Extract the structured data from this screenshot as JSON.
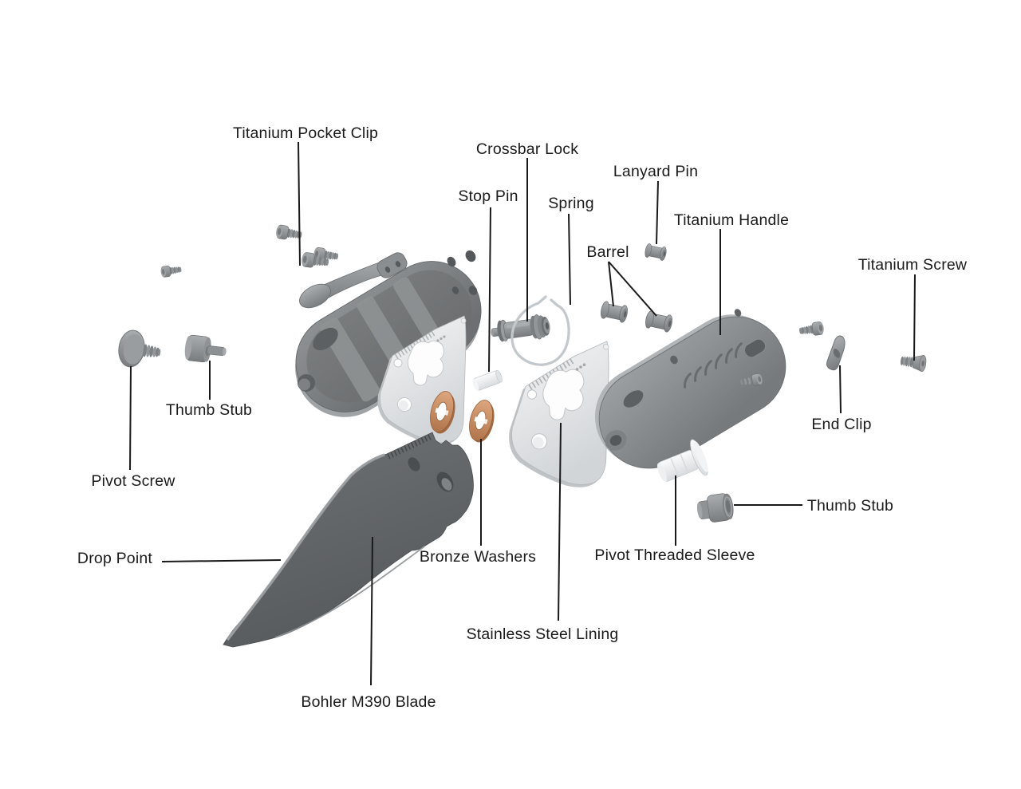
{
  "diagram": {
    "kind": "exploded-view-diagram",
    "labels": {
      "titanium_pocket_clip": "Titanium Pocket Clip",
      "crossbar_lock": "Crossbar Lock",
      "stop_pin": "Stop Pin",
      "spring": "Spring",
      "lanyard_pin": "Lanyard Pin",
      "titanium_handle": "Titanium Handle",
      "barrel": "Barrel",
      "titanium_screw": "Titanium Screw",
      "end_clip": "End Clip",
      "thumb_stub_left": "Thumb Stub",
      "pivot_screw": "Pivot Screw",
      "drop_point": "Drop Point",
      "bronze_washers": "Bronze Washers",
      "pivot_threaded_sleeve": "Pivot Threaded Sleeve",
      "thumb_stub_right": "Thumb Stub",
      "stainless_steel_lining": "Stainless Steel Lining",
      "bohler_m390_blade": "Bohler M390 Blade"
    },
    "colors": {
      "background": "#ffffff",
      "label_text": "#1a1a1a",
      "leader_line": "#1a1a1a",
      "titanium_light": "#a9acae",
      "titanium_mid": "#8b8e90",
      "titanium_dark": "#6e7173",
      "blade_steel": "#636668",
      "steel_liner": "#eef0f1",
      "bronze_washer": "#cf9169",
      "white_metal": "#eef0f2",
      "spring_wire": "#c3c8cc"
    }
  }
}
